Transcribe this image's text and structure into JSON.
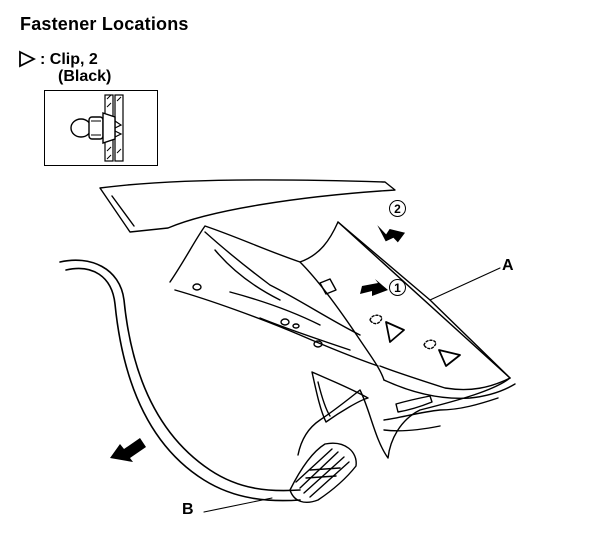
{
  "title": "Fastener Locations",
  "legend": {
    "symbol": ": Clip, 2",
    "color_note": "(Black)"
  },
  "callouts": {
    "a": "A",
    "b": "B"
  },
  "steps": {
    "one": "1",
    "two": "2"
  }
}
